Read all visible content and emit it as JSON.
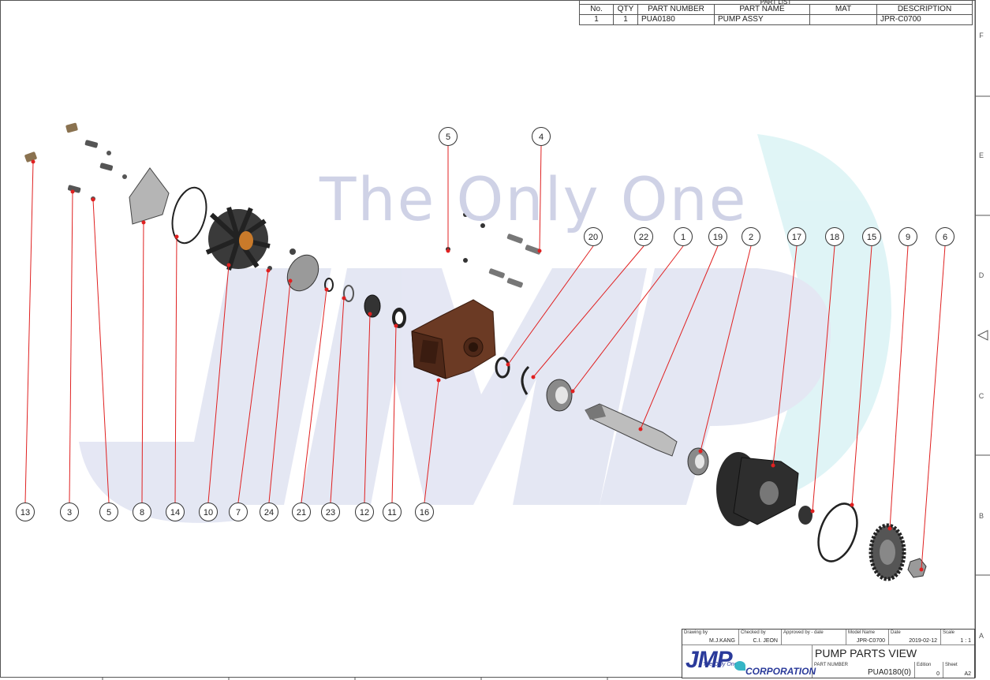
{
  "parts_list": {
    "title": "PART LIST",
    "headers": [
      "No.",
      "QTY",
      "PART NUMBER",
      "PART NAME",
      "MAT",
      "DESCRIPTION"
    ],
    "rows": [
      [
        "1",
        "1",
        "PUA0180",
        "PUMP ASSY",
        "",
        "JPR-C0700"
      ]
    ]
  },
  "watermark": {
    "slogan": "The Only One",
    "logo": "JMP"
  },
  "callouts": [
    {
      "id": "13",
      "label": "13"
    },
    {
      "id": "3",
      "label": "3"
    },
    {
      "id": "5a",
      "label": "5"
    },
    {
      "id": "8",
      "label": "8"
    },
    {
      "id": "14",
      "label": "14"
    },
    {
      "id": "10",
      "label": "10"
    },
    {
      "id": "7",
      "label": "7"
    },
    {
      "id": "24",
      "label": "24"
    },
    {
      "id": "21",
      "label": "21"
    },
    {
      "id": "23",
      "label": "23"
    },
    {
      "id": "12",
      "label": "12"
    },
    {
      "id": "11",
      "label": "11"
    },
    {
      "id": "16",
      "label": "16"
    },
    {
      "id": "5b",
      "label": "5"
    },
    {
      "id": "4",
      "label": "4"
    },
    {
      "id": "20",
      "label": "20"
    },
    {
      "id": "22",
      "label": "22"
    },
    {
      "id": "1",
      "label": "1"
    },
    {
      "id": "19",
      "label": "19"
    },
    {
      "id": "2",
      "label": "2"
    },
    {
      "id": "17",
      "label": "17"
    },
    {
      "id": "18",
      "label": "18"
    },
    {
      "id": "15",
      "label": "15"
    },
    {
      "id": "9",
      "label": "9"
    },
    {
      "id": "6",
      "label": "6"
    }
  ],
  "border_zones": [
    "F",
    "E",
    "D",
    "C",
    "B",
    "A"
  ],
  "title_block": {
    "drawing_by_label": "Drawing by",
    "drawing_by": "M.J.KANG",
    "checked_by_label": "Checked by",
    "checked_by": "C.I. JEON",
    "approved_by_label": "Approved by - date",
    "approved_by": "",
    "model_name_label": "Model Name",
    "model_name": "JPR-C0700",
    "date_label": "Date",
    "date": "2019-02-12",
    "scale_label": "Scale",
    "scale": "1 : 1",
    "company_tagline": "The Only One",
    "company_logo": "JMP",
    "company_suffix": "CORPORATION",
    "drawing_title": "PUMP PARTS VIEW",
    "part_number_label": "PART NUMBER",
    "part_number": "PUA0180(0)",
    "edition_label": "Edition",
    "edition": "0",
    "sheet_label": "Sheet",
    "sheet": "A2"
  },
  "colors": {
    "leader_line": "#e02020",
    "housing": "#6b3a24",
    "watermark": "#cfd2e6",
    "watermark_accent": "#d5f1f3",
    "logo_blue": "#2a3a9a"
  }
}
